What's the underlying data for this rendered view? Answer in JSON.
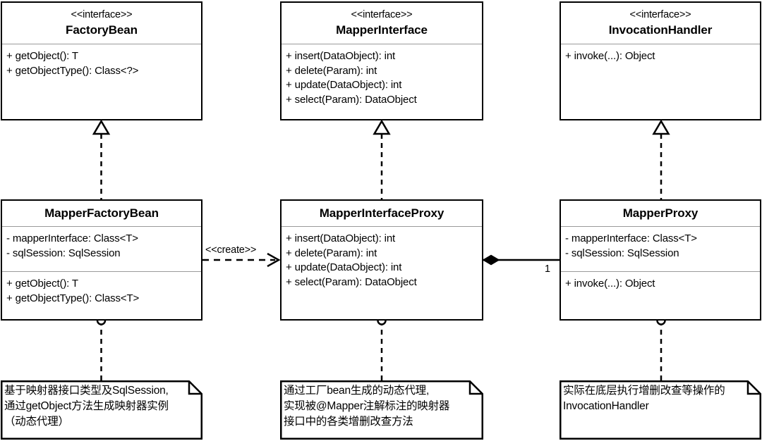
{
  "diagram": {
    "type": "uml-class-diagram",
    "background": "#ffffff",
    "stroke_color": "#000000",
    "divider_color": "#9a9a9a"
  },
  "interfaces": {
    "factory_bean": {
      "stereotype": "<<interface>>",
      "name": "FactoryBean",
      "methods": [
        "+ getObject(): T",
        "+ getObjectType(): Class<?>"
      ]
    },
    "mapper_interface": {
      "stereotype": "<<interface>>",
      "name": "MapperInterface",
      "methods": [
        "+ insert(DataObject): int",
        "+ delete(Param): int",
        "+ update(DataObject): int",
        "+ select(Param): DataObject"
      ]
    },
    "invocation_handler": {
      "stereotype": "<<interface>>",
      "name": "InvocationHandler",
      "methods": [
        "+ invoke(...): Object"
      ]
    }
  },
  "classes": {
    "mapper_factory_bean": {
      "name": "MapperFactoryBean",
      "attributes": [
        "- mapperInterface: Class<T>",
        "- sqlSession: SqlSession"
      ],
      "methods": [
        "+ getObject(): T",
        "+ getObjectType(): Class<T>"
      ]
    },
    "mapper_interface_proxy": {
      "name": "MapperInterfaceProxy",
      "attributes": [],
      "methods": [
        "+ insert(DataObject): int",
        "+ delete(Param): int",
        "+ update(DataObject): int",
        "+ select(Param): DataObject"
      ]
    },
    "mapper_proxy": {
      "name": "MapperProxy",
      "attributes": [
        "- mapperInterface: Class<T>",
        "- sqlSession: SqlSession"
      ],
      "methods": [
        "+ invoke(...): Object"
      ]
    }
  },
  "notes": {
    "note_factory_bean": {
      "text": "基于映射器接口类型及SqlSession,\n通过getObject方法生成映射器实例\n（动态代理）"
    },
    "note_proxy": {
      "text": "通过工厂bean生成的动态代理,\n实现被@Mapper注解标注的映射器\n接口中的各类增删改查方法"
    },
    "note_mapper_proxy": {
      "text": "实际在底层执行增删改查等操作的\nInvocationHandler"
    }
  },
  "relations": {
    "create_dependency_label": "<<create>>",
    "composition_multiplicity": "1"
  }
}
